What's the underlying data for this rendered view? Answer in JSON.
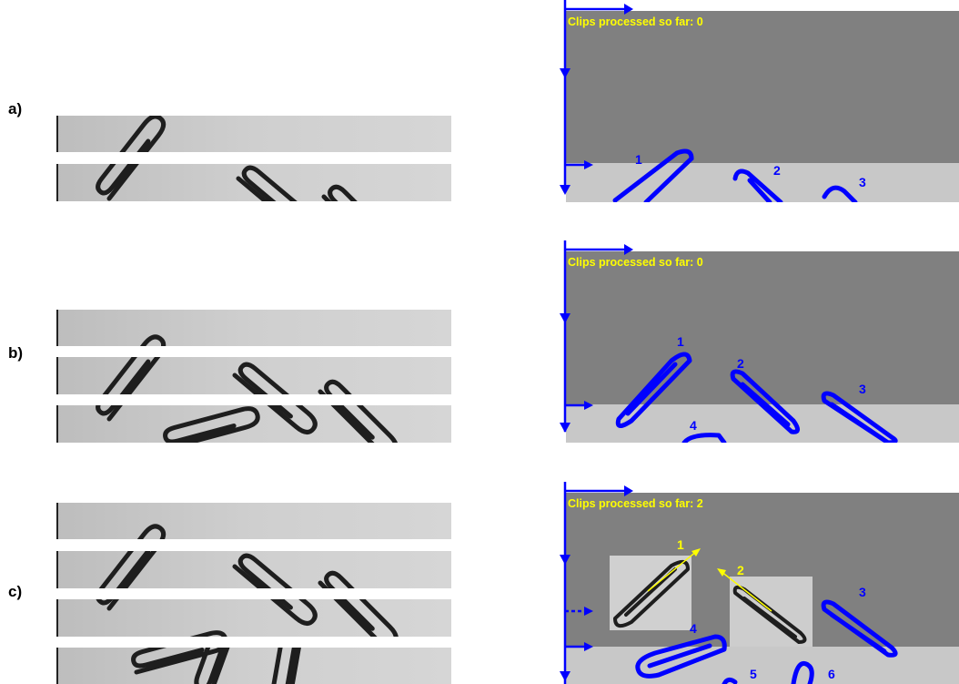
{
  "rows": [
    {
      "label": "a)"
    },
    {
      "label": "b)"
    },
    {
      "label": "c)"
    }
  ],
  "panels": [
    {
      "counter": "Clips processed so far: 0",
      "clips": [
        {
          "number": "1",
          "color": "blue"
        },
        {
          "number": "2",
          "color": "blue"
        },
        {
          "number": "3",
          "color": "blue"
        }
      ]
    },
    {
      "counter": "Clips processed so far: 0",
      "clips": [
        {
          "number": "1",
          "color": "blue"
        },
        {
          "number": "2",
          "color": "blue"
        },
        {
          "number": "3",
          "color": "blue"
        },
        {
          "number": "4",
          "color": "blue"
        }
      ]
    },
    {
      "counter": "Clips processed so far: 2",
      "clips": [
        {
          "number": "1",
          "color": "yellow"
        },
        {
          "number": "2",
          "color": "yellow"
        },
        {
          "number": "3",
          "color": "blue"
        },
        {
          "number": "4",
          "color": "blue"
        },
        {
          "number": "5",
          "color": "blue"
        },
        {
          "number": "6",
          "color": "blue"
        }
      ]
    }
  ],
  "colors": {
    "belt_background": "#808080",
    "scanned_strip": "#c8c8c8",
    "detected_clip": "#0000ff",
    "processed_marker": "#ffff00",
    "counter_text": "#ffff00",
    "clip_dark": "#1e1e1e"
  }
}
